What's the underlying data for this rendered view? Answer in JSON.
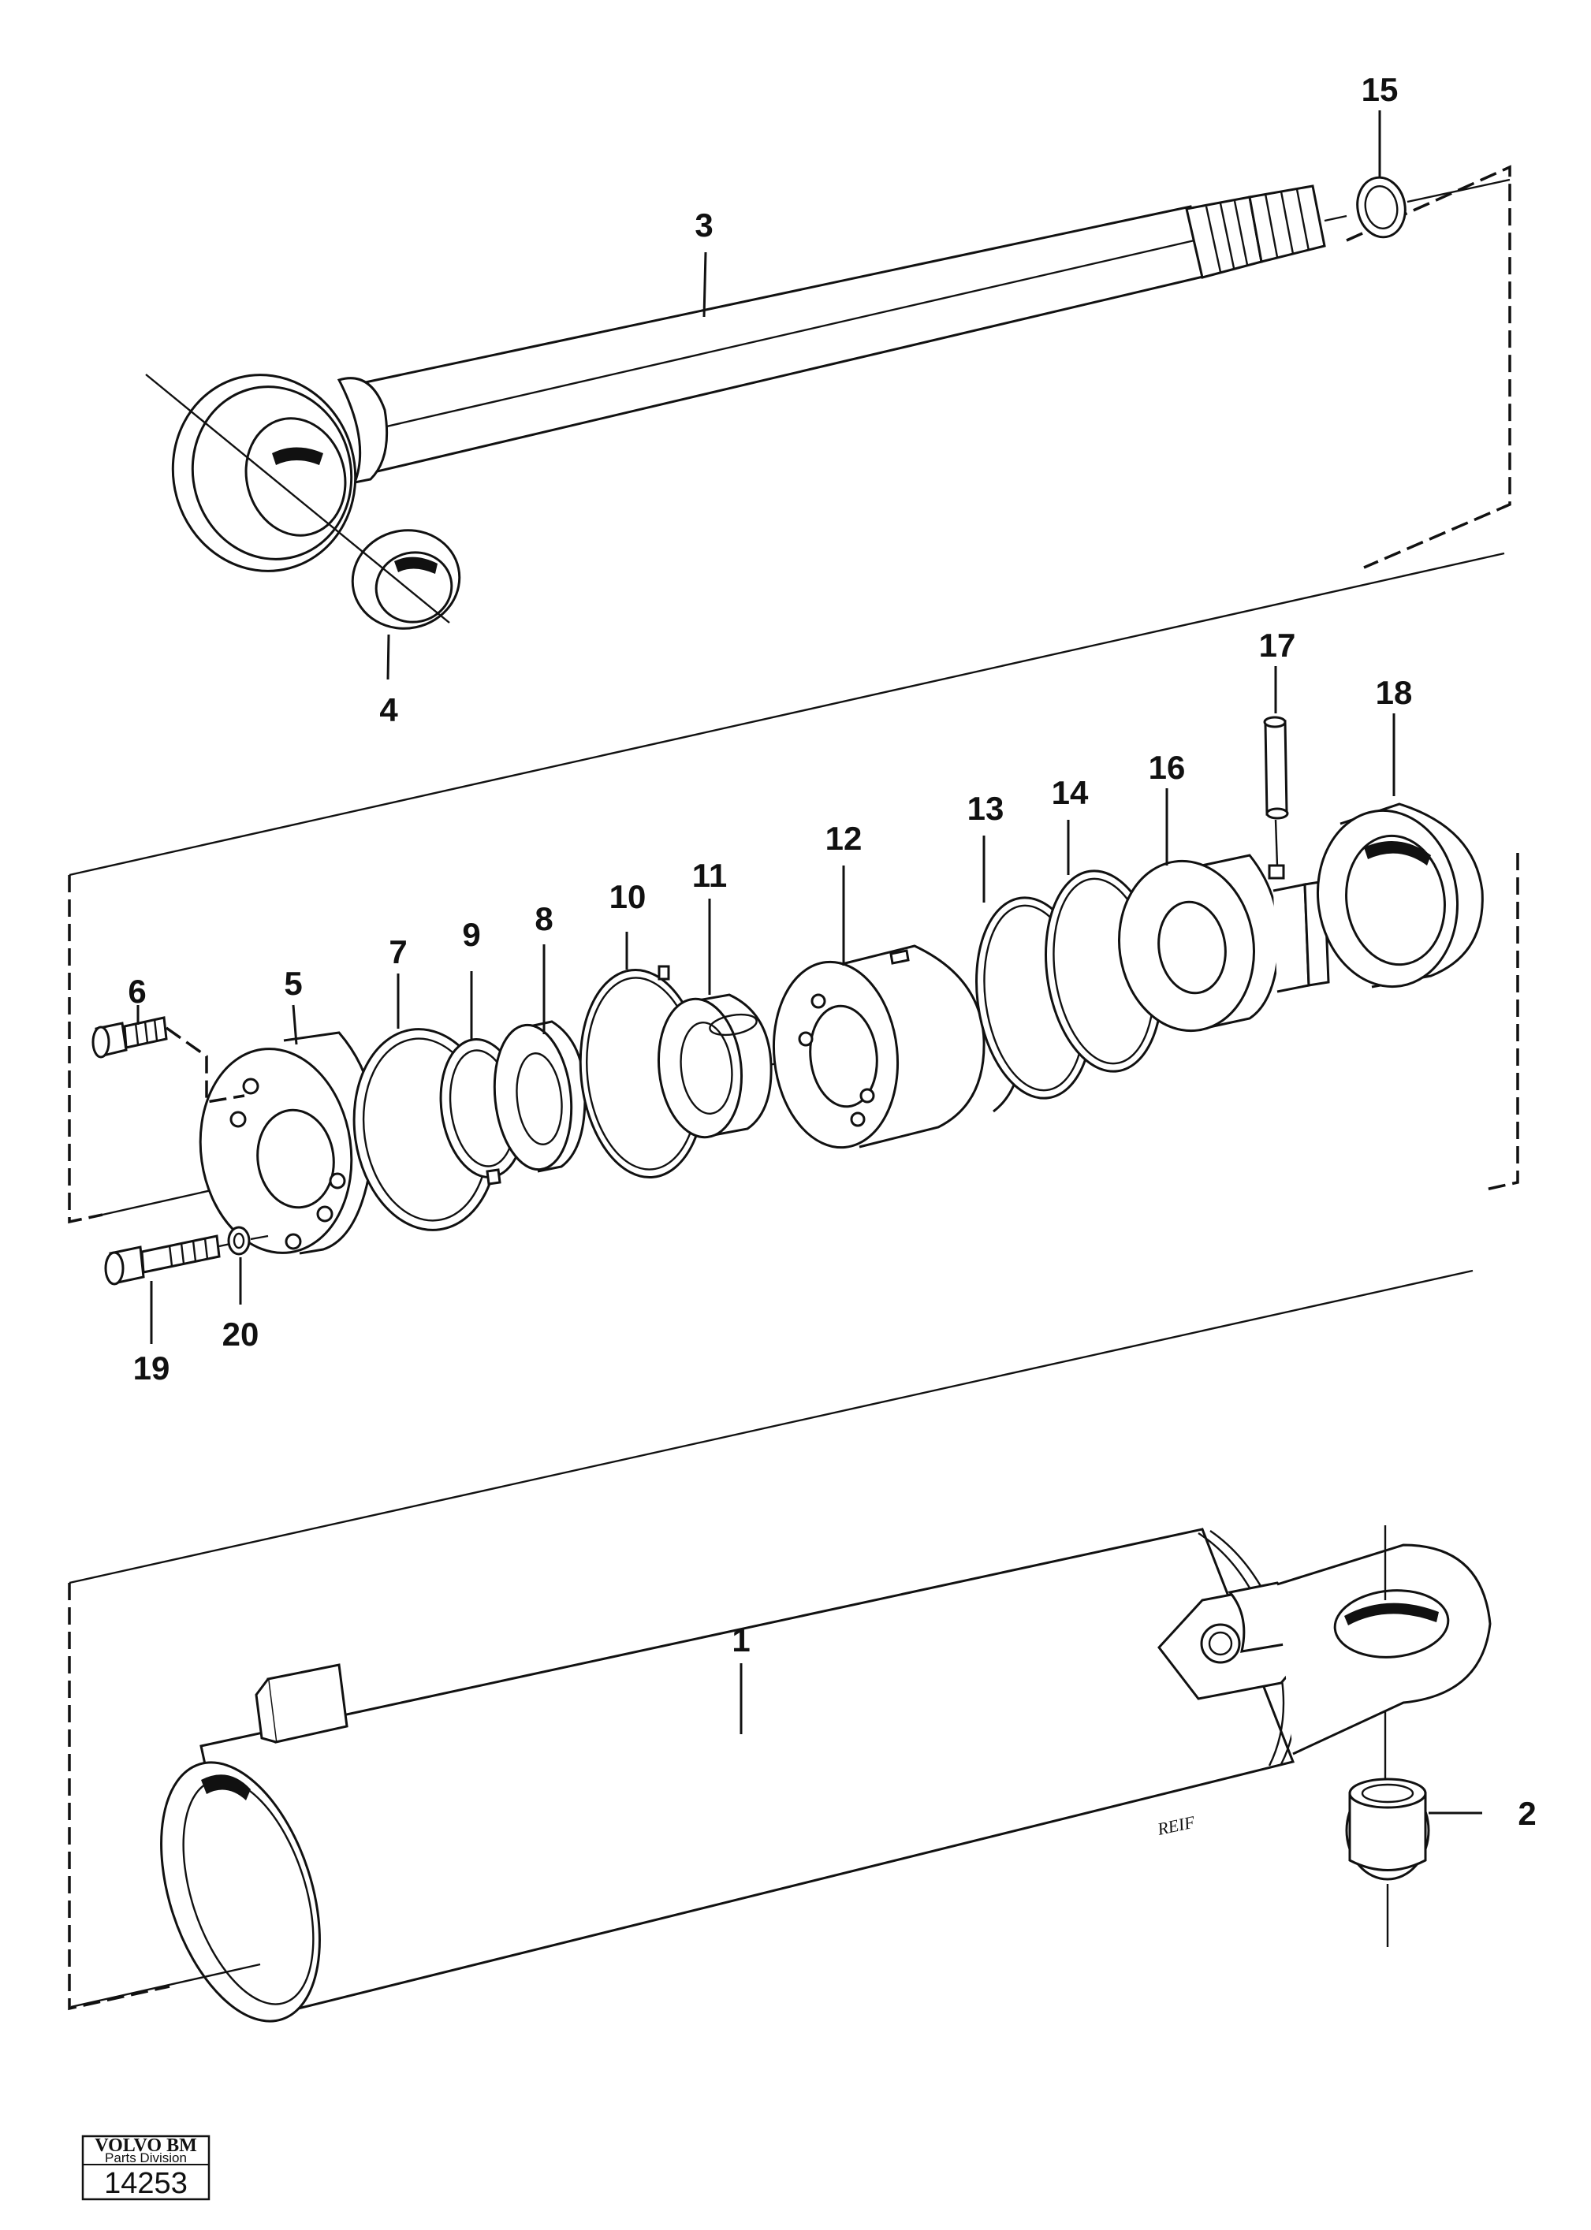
{
  "callouts": {
    "c1": "1",
    "c2": "2",
    "c3": "3",
    "c4": "4",
    "c5": "5",
    "c6": "6",
    "c7": "7",
    "c8": "8",
    "c9": "9",
    "c10": "10",
    "c11": "11",
    "c12": "12",
    "c13": "13",
    "c14": "14",
    "c15": "15",
    "c16": "16",
    "c17": "17",
    "c18": "18",
    "c19": "19",
    "c20": "20"
  },
  "stamp": {
    "brand": "VOLVO BM",
    "division": "Parts Division",
    "number": "14253"
  },
  "marking": "REIF"
}
